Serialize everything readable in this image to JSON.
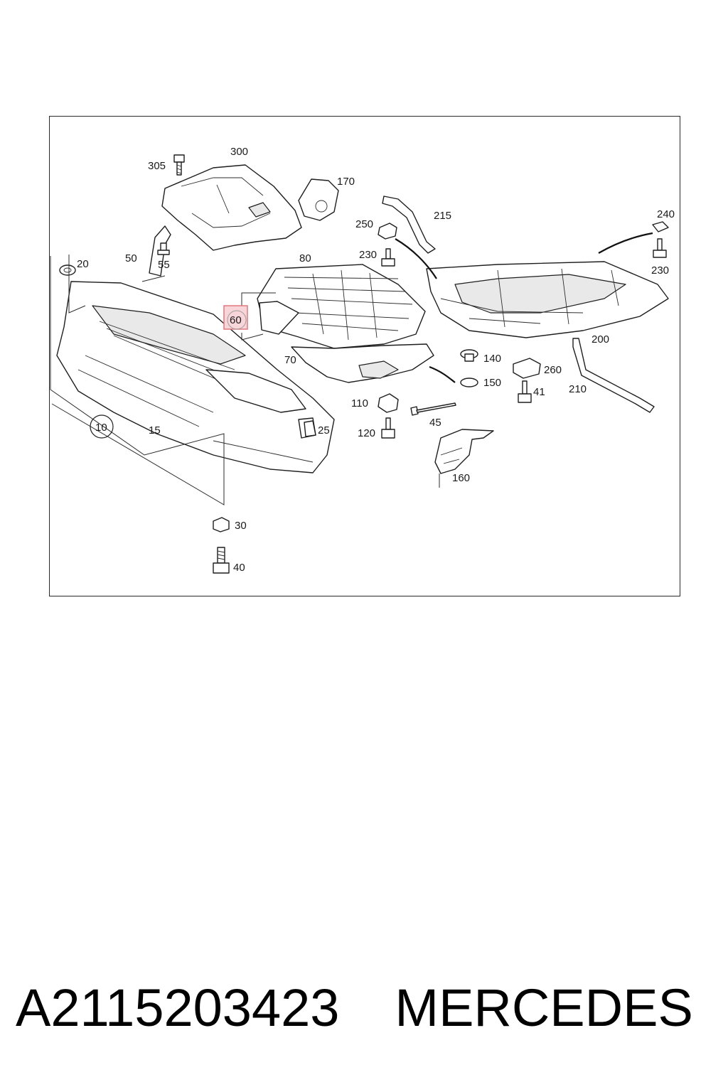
{
  "callouts": {
    "c10": "10",
    "c15": "15",
    "c20": "20",
    "c25": "25",
    "c30": "30",
    "c40": "40",
    "c41": "41",
    "c45": "45",
    "c50": "50",
    "c55": "55",
    "c60": "60",
    "c70": "70",
    "c80": "80",
    "c110": "110",
    "c120": "120",
    "c140": "140",
    "c150": "150",
    "c160": "160",
    "c170": "170",
    "c200": "200",
    "c210": "210",
    "c215": "215",
    "c230a": "230",
    "c230b": "230",
    "c240": "240",
    "c250": "250",
    "c260": "260",
    "c300": "300",
    "c305": "305"
  },
  "highlight_color": "#e0787f",
  "caption": {
    "part_number": "A2115203423",
    "brand": "MERCEDES"
  }
}
